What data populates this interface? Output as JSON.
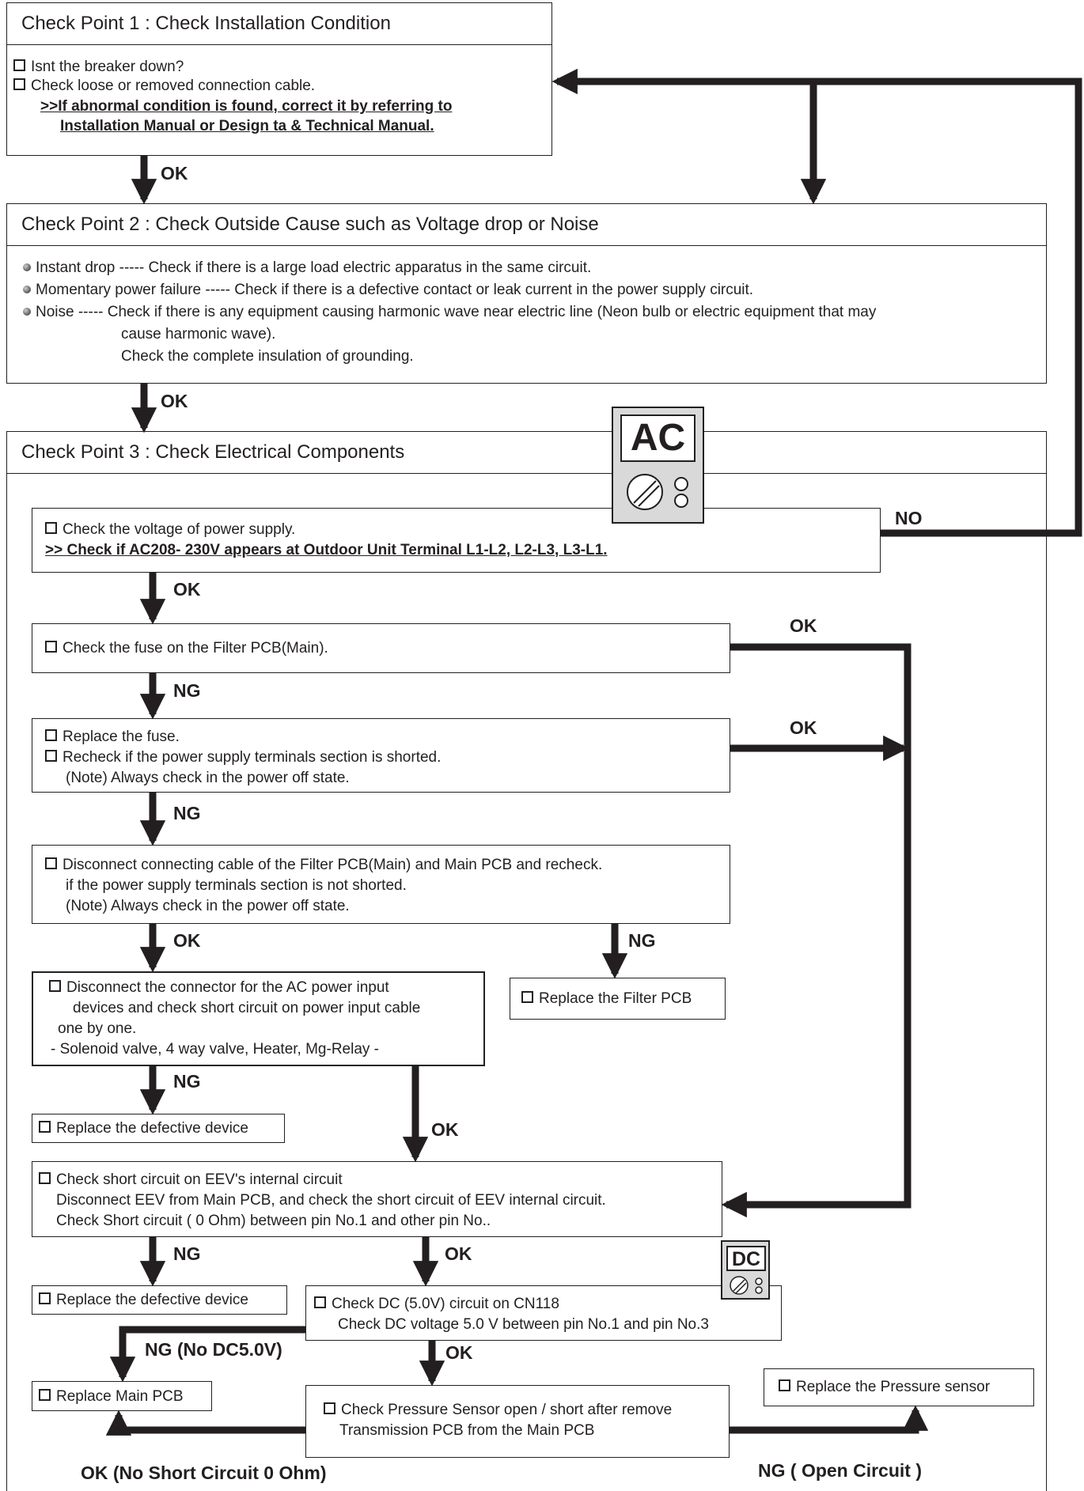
{
  "cp1": {
    "title": "Check Point 1 : Check Installation Condition",
    "line1": "Isnt the breaker down?",
    "line2": "Check loose or removed connection cable.",
    "line3": ">>If abnormal condition is found, correct it by referring to",
    "line4": "Installation Manual or Design ta & Technical Manual."
  },
  "cp2": {
    "title": "Check Point 2 : Check Outside Cause such as Voltage drop or Noise",
    "line1": "Instant drop ----- Check if there is a large load electric apparatus in the same circuit.",
    "line2": "Momentary power failure ----- Check if there is a defective contact or leak current in the power supply circuit.",
    "line3": "Noise ----- Check if there is any equipment causing harmonic wave near electric line (Neon bulb or electric equipment that may",
    "line4": "cause harmonic wave).",
    "line5": "Check the complete insulation of grounding."
  },
  "cp3": {
    "title": "Check Point 3 : Check Electrical Components",
    "meter_ac": "AC",
    "meter_dc": "DC",
    "voltage": {
      "line1": "Check the voltage of power supply.",
      "line2": ">> Check if AC208- 230V appears at Outdoor Unit Terminal L1-L2, L2-L3, L3-L1."
    },
    "fuse": "Check the fuse on the Filter PCB(Main).",
    "replace_fuse": {
      "line1": "Replace the fuse.",
      "line2": "Recheck if the power supply terminals section is shorted.",
      "line3": "(Note) Always check in the power off state."
    },
    "disconnect_cable": {
      "line1": "Disconnect connecting cable of the Filter PCB(Main) and Main PCB and recheck.",
      "line2": "if the power supply terminals section is not shorted.",
      "line3": "(Note) Always check in the power off state."
    },
    "ac_devices": {
      "line1": "Disconnect the connector for the AC power input",
      "line2": "devices and check short circuit on power input cable",
      "line3": "one by one.",
      "line4": "- Solenoid valve, 4 way valve, Heater, Mg-Relay -"
    },
    "replace_filter_pcb": "Replace the Filter PCB",
    "replace_device_1": "Replace the defective device",
    "eev": {
      "line1": "Check short circuit on EEV's internal circuit",
      "line2": "Disconnect EEV from Main PCB, and check the short circuit of EEV internal circuit.",
      "line3": "Check Short circuit ( 0 Ohm)  between pin No.1 and other pin No.."
    },
    "replace_device_2": "Replace the defective device",
    "dc_check": {
      "line1": "Check DC (5.0V) circuit on CN118",
      "line2": "Check DC voltage 5.0 V between pin No.1 and pin No.3"
    },
    "replace_main_pcb": "Replace Main PCB",
    "pressure": {
      "line1": "Check Pressure Sensor open / short after remove",
      "line2": "Transmission PCB from the Main PCB"
    },
    "replace_pressure": "Replace the Pressure sensor"
  },
  "labels": {
    "ok": "OK",
    "ng": "NG",
    "no": "NO",
    "ng_no_dc": "NG (No DC5.0V)",
    "ok_no_short": "OK (No Short Circuit 0 Ohm)",
    "ng_open": "NG ( Open Circuit )"
  }
}
